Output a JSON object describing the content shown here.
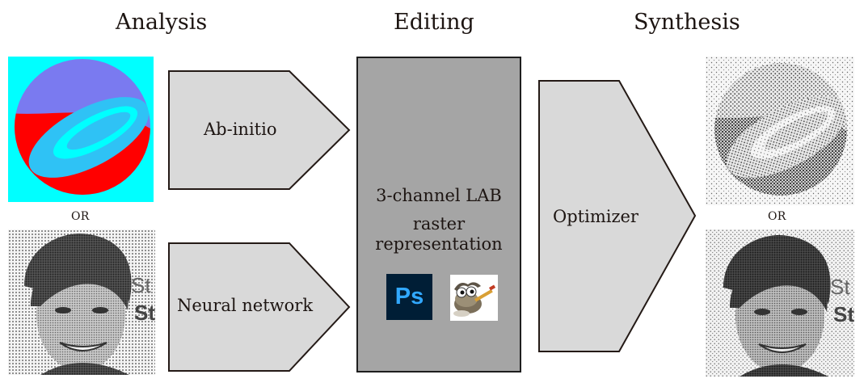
{
  "sections": {
    "analysis": "Analysis",
    "editing": "Editing",
    "synthesis": "Synthesis"
  },
  "or_label": "OR",
  "arrows": {
    "ab_initio": "Ab-initio",
    "neural_network": "Neural network",
    "optimizer": "Optimizer"
  },
  "editing_box": {
    "line1": "3-channel LAB",
    "line2": "raster",
    "line3": "representation"
  },
  "icons": {
    "photoshop": "Ps",
    "gimp": "gimp-icon"
  },
  "colors": {
    "logo_background": "#00ffff",
    "logo_purple": "#7a7af0",
    "logo_blue": "#2fc2f5",
    "logo_red": "#ff0000",
    "arrow_fill": "#d9d9d9",
    "arrow_stroke": "#241a16",
    "editing_fill": "#a5a5a5",
    "photoshop_bg": "#001e36",
    "photoshop_fg": "#31a8ff"
  }
}
